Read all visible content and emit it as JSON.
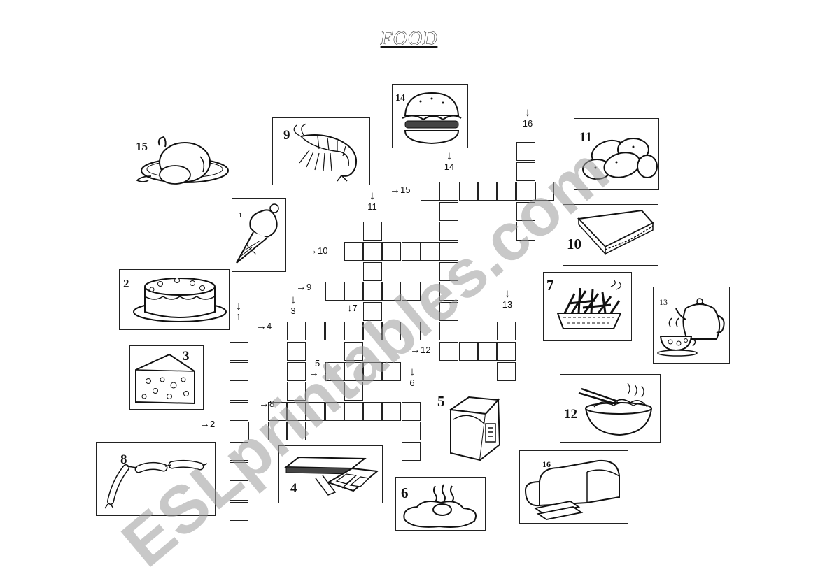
{
  "page": {
    "title": "FOOD"
  },
  "picture_numbers": {
    "pic15": "15",
    "pic1": "1",
    "pic2": "2",
    "pic3": "3",
    "pic8": "8",
    "pic9": "9",
    "pic14": "14",
    "pic4": "4",
    "pic6": "6",
    "pic5": "5",
    "pic11": "11",
    "pic10": "10",
    "pic7": "7",
    "pic13": "13",
    "pic12": "12",
    "pic16": "16"
  },
  "clues": {
    "across_15": "15",
    "across_10": "10",
    "across_9": "9",
    "across_4": "4",
    "across_12": "12",
    "across_5": "5",
    "across_8": "8",
    "across_2": "2",
    "down_16": "16",
    "down_14": "14",
    "down_11": "11",
    "down_3": "3",
    "down_7": "7",
    "down_1": "1",
    "down_13": "13",
    "down_6": "6"
  },
  "arrows": {
    "right": "→",
    "down": "↓"
  },
  "watermark": {
    "text": "ESLprintables.com"
  }
}
